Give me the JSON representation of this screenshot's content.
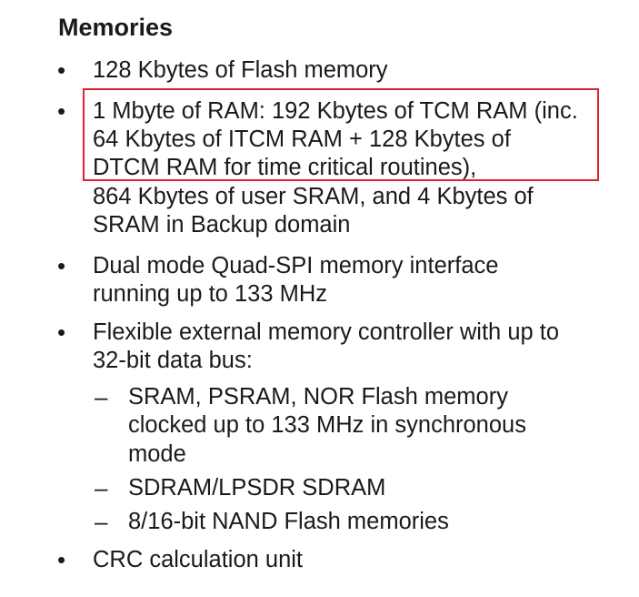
{
  "section": {
    "title": "Memories"
  },
  "items": [
    {
      "lines": [
        "128 Kbytes of Flash memory"
      ]
    },
    {
      "lines": [
        "1 Mbyte of RAM: 192 Kbytes of TCM RAM (inc.",
        "64 Kbytes of ITCM RAM + 128 Kbytes of",
        "DTCM RAM for time critical routines),",
        "864 Kbytes of user SRAM, and 4 Kbytes of",
        "SRAM in Backup domain"
      ]
    },
    {
      "lines": [
        "Dual mode Quad-SPI memory interface",
        "running up to 133 MHz"
      ]
    },
    {
      "lines": [
        "Flexible external memory controller with up to",
        "32-bit data bus:"
      ],
      "subitems": [
        {
          "lines": [
            "SRAM, PSRAM, NOR Flash memory",
            "clocked up to 133 MHz in synchronous",
            "mode"
          ]
        },
        {
          "lines": [
            "SDRAM/LPSDR SDRAM"
          ]
        },
        {
          "lines": [
            "8/16-bit NAND Flash memories"
          ]
        }
      ]
    },
    {
      "lines": [
        "CRC calculation unit"
      ]
    }
  ],
  "markers": {
    "bullet": "•",
    "dash": "–"
  },
  "colors": {
    "text": "#1a1a1a",
    "highlight_border": "#e0222a",
    "background": "#ffffff"
  }
}
